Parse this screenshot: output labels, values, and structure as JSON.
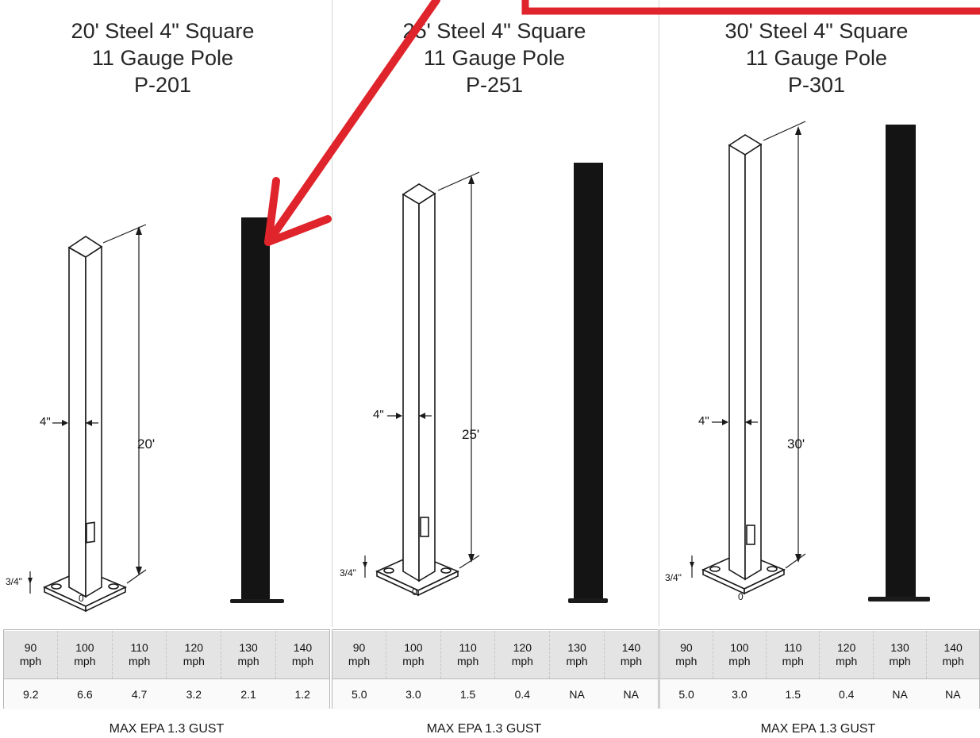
{
  "panels": [
    {
      "title_lines": [
        "20' Steel 4\" Square",
        "11 Gauge Pole",
        "P-201"
      ],
      "height_label": "20'",
      "width_label": "4\"",
      "base_label": "3/4\"",
      "door_label": "0",
      "speeds": [
        [
          "90",
          "mph"
        ],
        [
          "100",
          "mph"
        ],
        [
          "110",
          "mph"
        ],
        [
          "120",
          "mph"
        ],
        [
          "130",
          "mph"
        ],
        [
          "140",
          "mph"
        ]
      ],
      "values": [
        "9.2",
        "6.6",
        "4.7",
        "3.2",
        "2.1",
        "1.2"
      ],
      "footer": "MAX EPA 1.3 GUST"
    },
    {
      "title_lines": [
        "25' Steel 4\" Square",
        "11 Gauge Pole",
        "P-251"
      ],
      "height_label": "25'",
      "width_label": "4\"",
      "base_label": "3/4\"",
      "door_label": "0",
      "speeds": [
        [
          "90",
          "mph"
        ],
        [
          "100",
          "mph"
        ],
        [
          "110",
          "mph"
        ],
        [
          "120",
          "mph"
        ],
        [
          "130",
          "mph"
        ],
        [
          "140",
          "mph"
        ]
      ],
      "values": [
        "5.0",
        "3.0",
        "1.5",
        "0.4",
        "NA",
        "NA"
      ],
      "footer": "MAX EPA 1.3 GUST"
    },
    {
      "title_lines": [
        "30' Steel 4\" Square",
        "11 Gauge Pole",
        "P-301"
      ],
      "height_label": "30'",
      "width_label": "4\"",
      "base_label": "3/4\"",
      "door_label": "0",
      "speeds": [
        [
          "90",
          "mph"
        ],
        [
          "100",
          "mph"
        ],
        [
          "110",
          "mph"
        ],
        [
          "120",
          "mph"
        ],
        [
          "130",
          "mph"
        ],
        [
          "140",
          "mph"
        ]
      ],
      "values": [
        "5.0",
        "3.0",
        "1.5",
        "0.4",
        "NA",
        "NA"
      ],
      "footer": "MAX EPA 1.3 GUST"
    }
  ],
  "colors": {
    "annotation_red": "#e0242b",
    "pole_dark": "#141414",
    "line_art": "#1a1a1a"
  }
}
